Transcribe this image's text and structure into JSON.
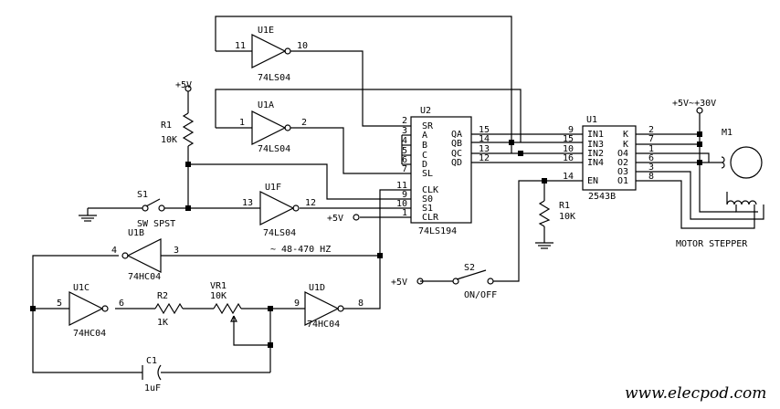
{
  "watermark": "www.elecpod.com",
  "supplies": {
    "vcc_left": "+5V",
    "vcc_motor": "+5V~+30V",
    "vcc_s2": "+5V",
    "vcc_clr": "+5V"
  },
  "gates": {
    "u1e": {
      "name": "U1E",
      "part": "74LS04",
      "pin_in": "11",
      "pin_out": "10"
    },
    "u1a": {
      "name": "U1A",
      "part": "74LS04",
      "pin_in": "1",
      "pin_out": "2"
    },
    "u1f": {
      "name": "U1F",
      "part": "74LS04",
      "pin_in": "13",
      "pin_out": "12"
    },
    "u1b": {
      "name": "U1B",
      "part": "74HC04",
      "pin_in": "3",
      "pin_out": "4"
    },
    "u1c": {
      "name": "U1C",
      "part": "74HC04",
      "pin_in": "5",
      "pin_out": "6"
    },
    "u1d": {
      "name": "U1D",
      "part": "74HC04",
      "pin_in": "9",
      "pin_out": "8"
    }
  },
  "u2": {
    "name": "U2",
    "part": "74LS194",
    "left_pins": [
      {
        "num": "2",
        "label": "SR"
      },
      {
        "num": "3",
        "label": "A"
      },
      {
        "num": "4",
        "label": "B"
      },
      {
        "num": "5",
        "label": "C"
      },
      {
        "num": "6",
        "label": "D"
      },
      {
        "num": "7",
        "label": "SL"
      },
      {
        "num": "11",
        "label": "CLK"
      },
      {
        "num": "9",
        "label": "S0"
      },
      {
        "num": "10",
        "label": "S1"
      },
      {
        "num": "1",
        "label": "CLR"
      }
    ],
    "right_pins": [
      {
        "num": "15",
        "label": "QA"
      },
      {
        "num": "14",
        "label": "QB"
      },
      {
        "num": "13",
        "label": "QC"
      },
      {
        "num": "12",
        "label": "QD"
      }
    ]
  },
  "u1": {
    "name": "U1",
    "part": "2543B",
    "left_pins": [
      {
        "num": "9",
        "label": "IN1"
      },
      {
        "num": "15",
        "label": "IN3"
      },
      {
        "num": "10",
        "label": "IN2"
      },
      {
        "num": "16",
        "label": "IN4"
      },
      {
        "num": "14",
        "label": "EN"
      }
    ],
    "right_pins": [
      {
        "num": "2",
        "label": "K"
      },
      {
        "num": "7",
        "label": "K"
      },
      {
        "num": "1",
        "label": "O4"
      },
      {
        "num": "6",
        "label": "O2"
      },
      {
        "num": "3",
        "label": "O3"
      },
      {
        "num": "8",
        "label": "O1"
      }
    ]
  },
  "resistors": {
    "r1_left": {
      "name": "R1",
      "value": "10K"
    },
    "r1_right": {
      "name": "R1",
      "value": "10K"
    },
    "r2": {
      "name": "R2",
      "value": "1K"
    },
    "vr1": {
      "name": "VR1",
      "value": "10K"
    }
  },
  "capacitor": {
    "name": "C1",
    "value": "1uF"
  },
  "switches": {
    "s1": {
      "name": "S1",
      "label": "SW SPST"
    },
    "s2": {
      "name": "S2",
      "label": "ON/OFF"
    }
  },
  "motor": {
    "name": "M1",
    "label": "MOTOR STEPPER"
  },
  "frequency_note": "~ 48-470 HZ"
}
